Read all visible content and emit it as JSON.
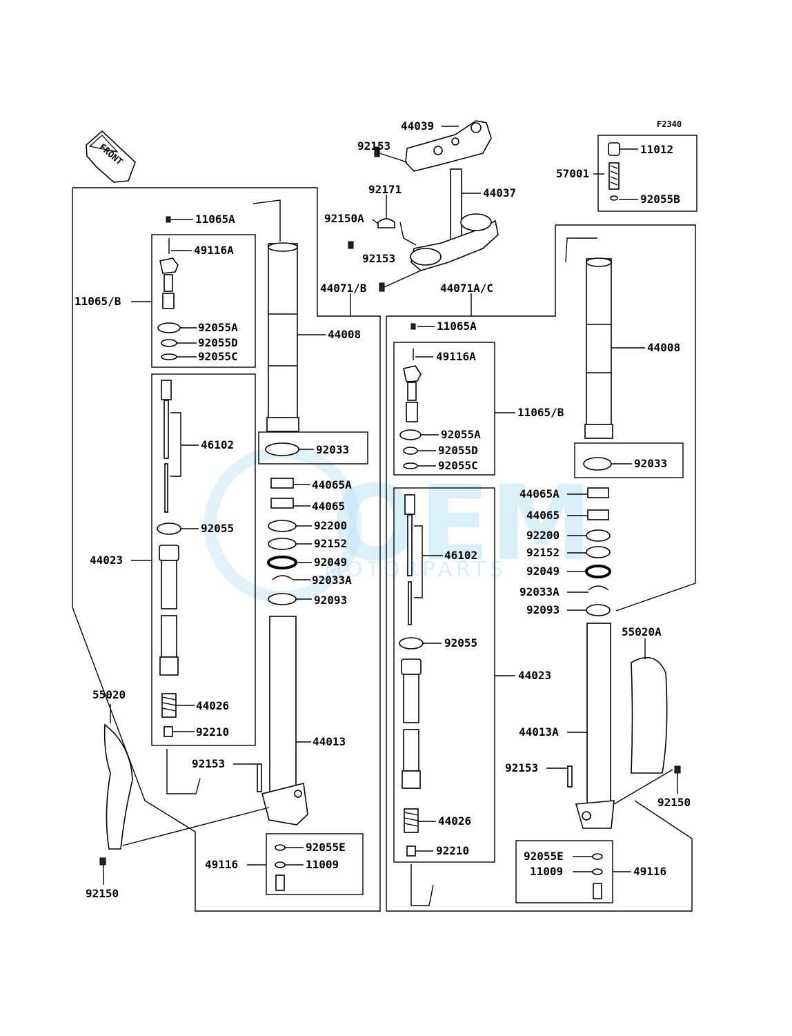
{
  "figure_code": "F2340",
  "front_label": "FRONT",
  "watermark": {
    "main": "OEM",
    "sub": "MOTORPARTS"
  },
  "parts": {
    "p44039": "44039",
    "p92153_top": "92153",
    "p92171": "92171",
    "p44037": "44037",
    "p92150A": "92150A",
    "p92153_mid": "92153",
    "p44071B": "44071/B",
    "p44071AC": "44071A/C",
    "p57001": "57001",
    "p11012": "11012",
    "p92055B": "92055B",
    "L_11065A": "11065A",
    "L_49116A": "49116A",
    "L_11065B": "11065/B",
    "L_92055A": "92055A",
    "L_92055D": "92055D",
    "L_92055C": "92055C",
    "L_44008": "44008",
    "L_92033": "92033",
    "L_46102": "46102",
    "L_44065A": "44065A",
    "L_44065": "44065",
    "L_92200": "92200",
    "L_92152": "92152",
    "L_92049": "92049",
    "L_92033A": "92033A",
    "L_92093": "92093",
    "L_92055": "92055",
    "L_44023": "44023",
    "L_44026": "44026",
    "L_92210": "92210",
    "L_44013": "44013",
    "L_55020": "55020",
    "L_92153": "92153",
    "L_92055E": "92055E",
    "L_49116": "49116",
    "L_11009": "11009",
    "L_92150": "92150",
    "R_11065A": "11065A",
    "R_49116A": "49116A",
    "R_11065B": "11065/B",
    "R_92055A": "92055A",
    "R_92055D": "92055D",
    "R_92055C": "92055C",
    "R_44008": "44008",
    "R_92033": "92033",
    "R_44065A": "44065A",
    "R_44065": "44065",
    "R_92200": "92200",
    "R_92152": "92152",
    "R_92049": "92049",
    "R_92033A": "92033A",
    "R_92093": "92093",
    "R_46102": "46102",
    "R_92055": "92055",
    "R_44023": "44023",
    "R_55020A": "55020A",
    "R_44013A": "44013A",
    "R_92153": "92153",
    "R_92150": "92150",
    "R_44026": "44026",
    "R_92210": "92210",
    "R_92055E": "92055E",
    "R_11009": "11009",
    "R_49116": "49116"
  }
}
